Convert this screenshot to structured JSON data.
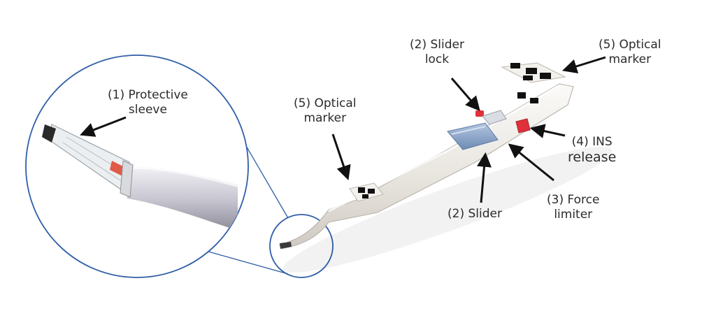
{
  "labels": {
    "protective_sleeve": {
      "line1": "(1) Protective",
      "line2": "sleeve"
    },
    "slider_lock": {
      "line1": "(2) Slider",
      "line2": "lock"
    },
    "optical_marker_top": {
      "line1": "(5) Optical",
      "line2": "marker"
    },
    "optical_marker_left": {
      "line1": "(5) Optical",
      "line2": "marker"
    },
    "ins_release": {
      "line1": "(4) INS",
      "line2": "release"
    },
    "force_limiter": {
      "line1": "(3) Force",
      "line2": "limiter"
    },
    "slider": {
      "line1": "(2) Slider"
    }
  },
  "colors": {
    "zoom_outline": "#2f5ea8",
    "device_body": "#ece9e3",
    "slider_blue": "#8aa4c8",
    "release_red": "#e0313a",
    "marker_black": "#111111",
    "arrow": "#111111"
  }
}
